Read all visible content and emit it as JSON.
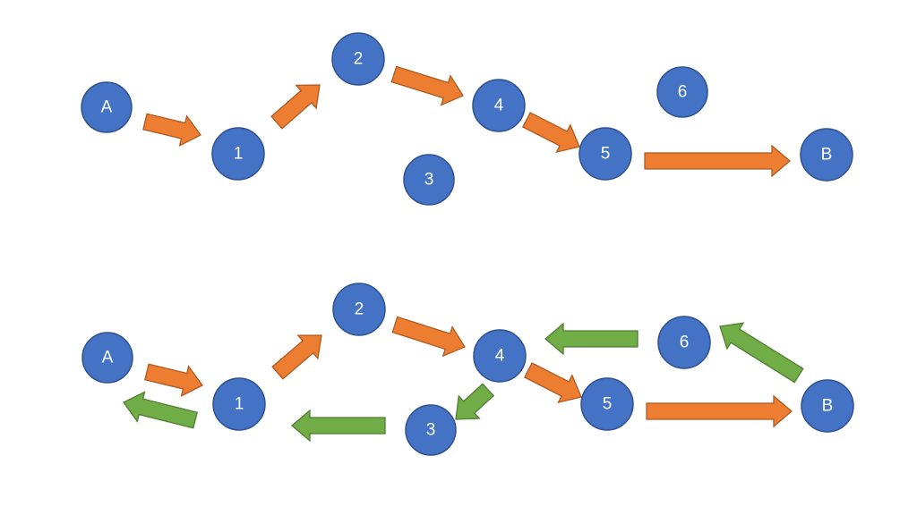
{
  "colors": {
    "node_fill": "#4472C4",
    "node_stroke": "#2F528F",
    "node_text": "#FFFFFF",
    "forward_arrow": "#ED7D31",
    "return_arrow": "#70AD47"
  },
  "diagrams": [
    {
      "id": "top",
      "nodes": [
        {
          "id": "A",
          "label": "A"
        },
        {
          "id": "1",
          "label": "1"
        },
        {
          "id": "2",
          "label": "2"
        },
        {
          "id": "3",
          "label": "3"
        },
        {
          "id": "4",
          "label": "4"
        },
        {
          "id": "5",
          "label": "5"
        },
        {
          "id": "6",
          "label": "6"
        },
        {
          "id": "B",
          "label": "B"
        }
      ],
      "edges": [
        {
          "from": "A",
          "to": "1",
          "color": "orange"
        },
        {
          "from": "1",
          "to": "2",
          "color": "orange"
        },
        {
          "from": "2",
          "to": "4",
          "color": "orange"
        },
        {
          "from": "4",
          "to": "5",
          "color": "orange"
        },
        {
          "from": "5",
          "to": "B",
          "color": "orange"
        }
      ]
    },
    {
      "id": "bottom",
      "nodes": [
        {
          "id": "A",
          "label": "A"
        },
        {
          "id": "1",
          "label": "1"
        },
        {
          "id": "2",
          "label": "2"
        },
        {
          "id": "3",
          "label": "3"
        },
        {
          "id": "4",
          "label": "4"
        },
        {
          "id": "5",
          "label": "5"
        },
        {
          "id": "6",
          "label": "6"
        },
        {
          "id": "B",
          "label": "B"
        }
      ],
      "edges": [
        {
          "from": "A",
          "to": "1",
          "color": "orange"
        },
        {
          "from": "1",
          "to": "2",
          "color": "orange"
        },
        {
          "from": "2",
          "to": "4",
          "color": "orange"
        },
        {
          "from": "4",
          "to": "5",
          "color": "orange"
        },
        {
          "from": "5",
          "to": "B",
          "color": "orange"
        },
        {
          "from": "B",
          "to": "6",
          "color": "green"
        },
        {
          "from": "6",
          "to": "4",
          "color": "green"
        },
        {
          "from": "4",
          "to": "3",
          "color": "green"
        },
        {
          "from": "3",
          "to": "1",
          "color": "green"
        },
        {
          "from": "1",
          "to": "A",
          "color": "green"
        }
      ]
    }
  ]
}
